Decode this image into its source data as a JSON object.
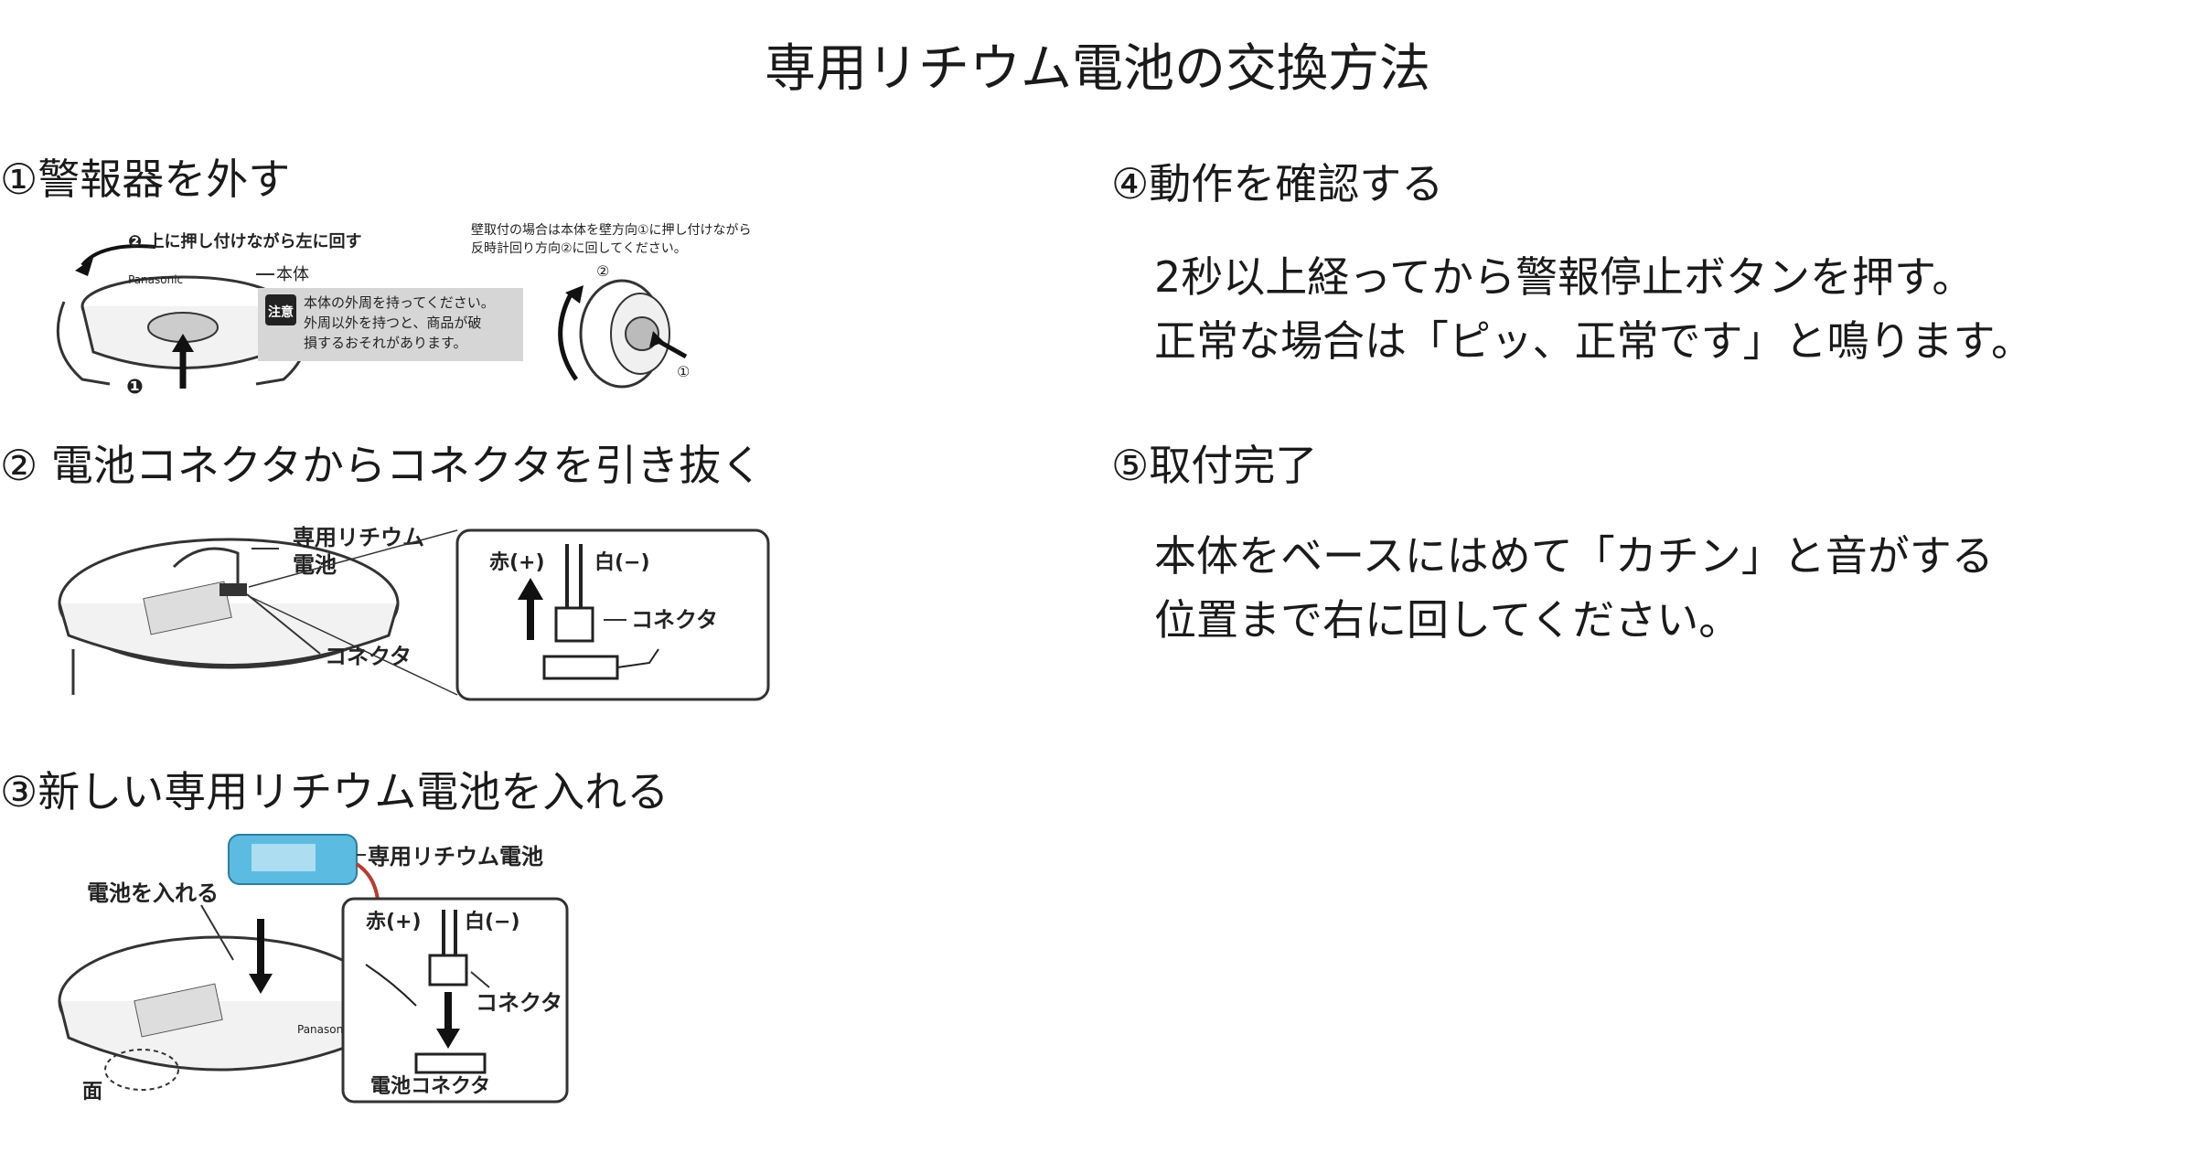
{
  "title": "専用リチウム電池の交換方法",
  "steps": [
    {
      "heading": "①警報器を外す",
      "figure": {
        "rotate_label": "❷ 上に押し付けながら左に回す",
        "brand": "Panasonic",
        "body_label": "本体",
        "caution_badge": "注意",
        "caution_lines": [
          "本体の外周を持ってください。",
          "外周以外を持つと、商品が破",
          "損するおそれがあります。"
        ],
        "wall_lines": [
          "壁取付の場合は本体を壁方向①に押し付けながら",
          "反時計回り方向②に回してください。"
        ],
        "num_1": "①",
        "num_2": "②",
        "push_mark": "❶"
      }
    },
    {
      "heading": "② 電池コネクタからコネクタを引き抜く",
      "figure": {
        "battery_label_1": "専用リチウム",
        "battery_label_2": "電池",
        "connector_label": "コネクタ",
        "red_label": "赤(+)",
        "white_label": "白(−)",
        "zoom_connector_label": "コネクタ"
      }
    },
    {
      "heading": "③新しい専用リチウム電池を入れる",
      "figure": {
        "battery_label": "専用リチウム電池",
        "insert_label": "電池を入れる",
        "brand": "Panasonic",
        "red_label": "赤(+)",
        "white_label": "白(−)",
        "connector_label": "コネクタ",
        "battery_connector_label": "電池コネクタ",
        "face_label": "面"
      }
    },
    {
      "heading": "④動作を確認する",
      "lines": [
        "2秒以上経ってから警報停止ボタンを押す。",
        "正常な場合は「ピッ、正常です」と鳴ります。"
      ]
    },
    {
      "heading": "⑤取付完了",
      "lines": [
        "本体をベースにはめて「カチン」と音がする",
        "位置まで右に回してください。"
      ]
    }
  ]
}
